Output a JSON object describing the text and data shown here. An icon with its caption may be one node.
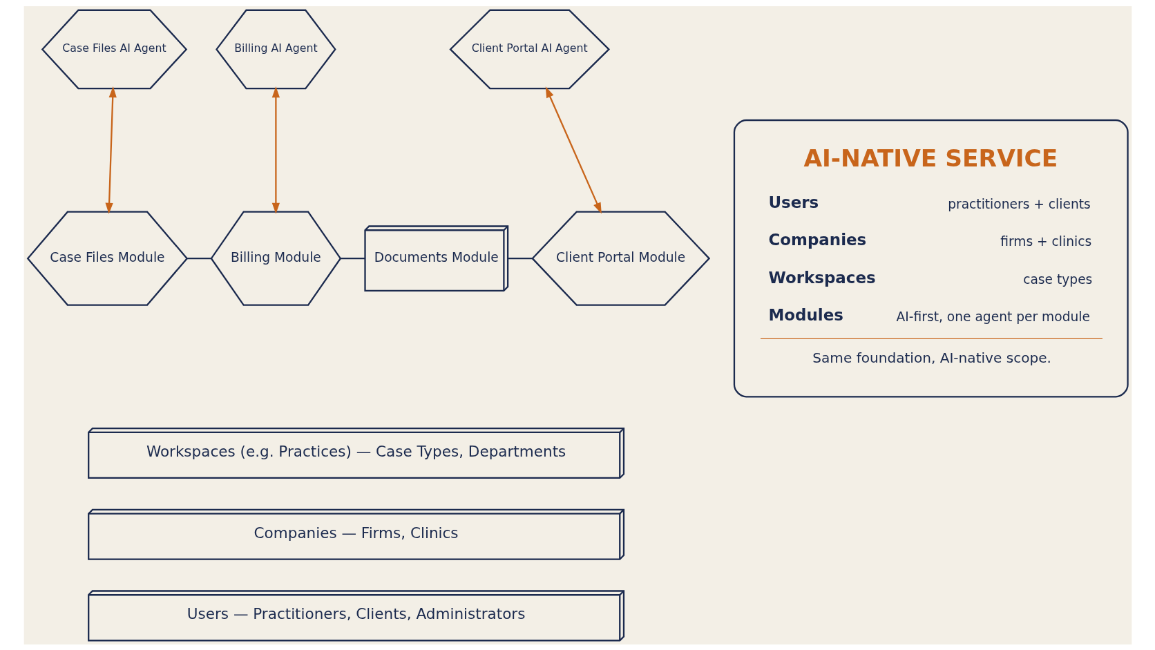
{
  "diagram": {
    "nodes": [
      {
        "text": [
          "Case Files AI Agent"
        ]
      },
      {
        "text": [
          "Billing AI Agent"
        ]
      },
      {
        "text": [
          "Client Portal AI Agent"
        ]
      },
      {
        "text": [
          "Case Files Module"
        ]
      },
      {
        "text": [
          "Billing Module"
        ]
      },
      {
        "text": [
          "Documents Module"
        ]
      },
      {
        "text": [
          "Client Portal Module"
        ]
      },
      {
        "text": [
          "Workspaces (e.g. Practices) — Case Types, Departments"
        ]
      },
      {
        "text": [
          "Companies — Firms, Clinics"
        ]
      },
      {
        "text": [
          "Users — Practitioners, Clients, Administrators"
        ]
      },
      {
        "text": [
          "AI-NATIVE SERVICE",
          "Users",
          "practitioners + clients",
          "Companies",
          "firms + clinics",
          "Workspaces",
          "case types",
          "Modules",
          "AI-first, one agent per module",
          "Same foundation, AI-native scope."
        ]
      }
    ],
    "edges": [
      {
        "from": 3,
        "to": 0,
        "arrow": "both",
        "color": "#c8651b"
      },
      {
        "from": 4,
        "to": 1,
        "arrow": "both",
        "color": "#c8651b"
      },
      {
        "from": 6,
        "to": 2,
        "arrow": "both",
        "color": "#c8651b"
      },
      {
        "from": 3,
        "to": 4,
        "arrow": "none",
        "color": "#1b2a4e"
      },
      {
        "from": 4,
        "to": 5,
        "arrow": "none",
        "color": "#1b2a4e"
      },
      {
        "from": 5,
        "to": 6,
        "arrow": "none",
        "color": "#1b2a4e"
      }
    ]
  }
}
